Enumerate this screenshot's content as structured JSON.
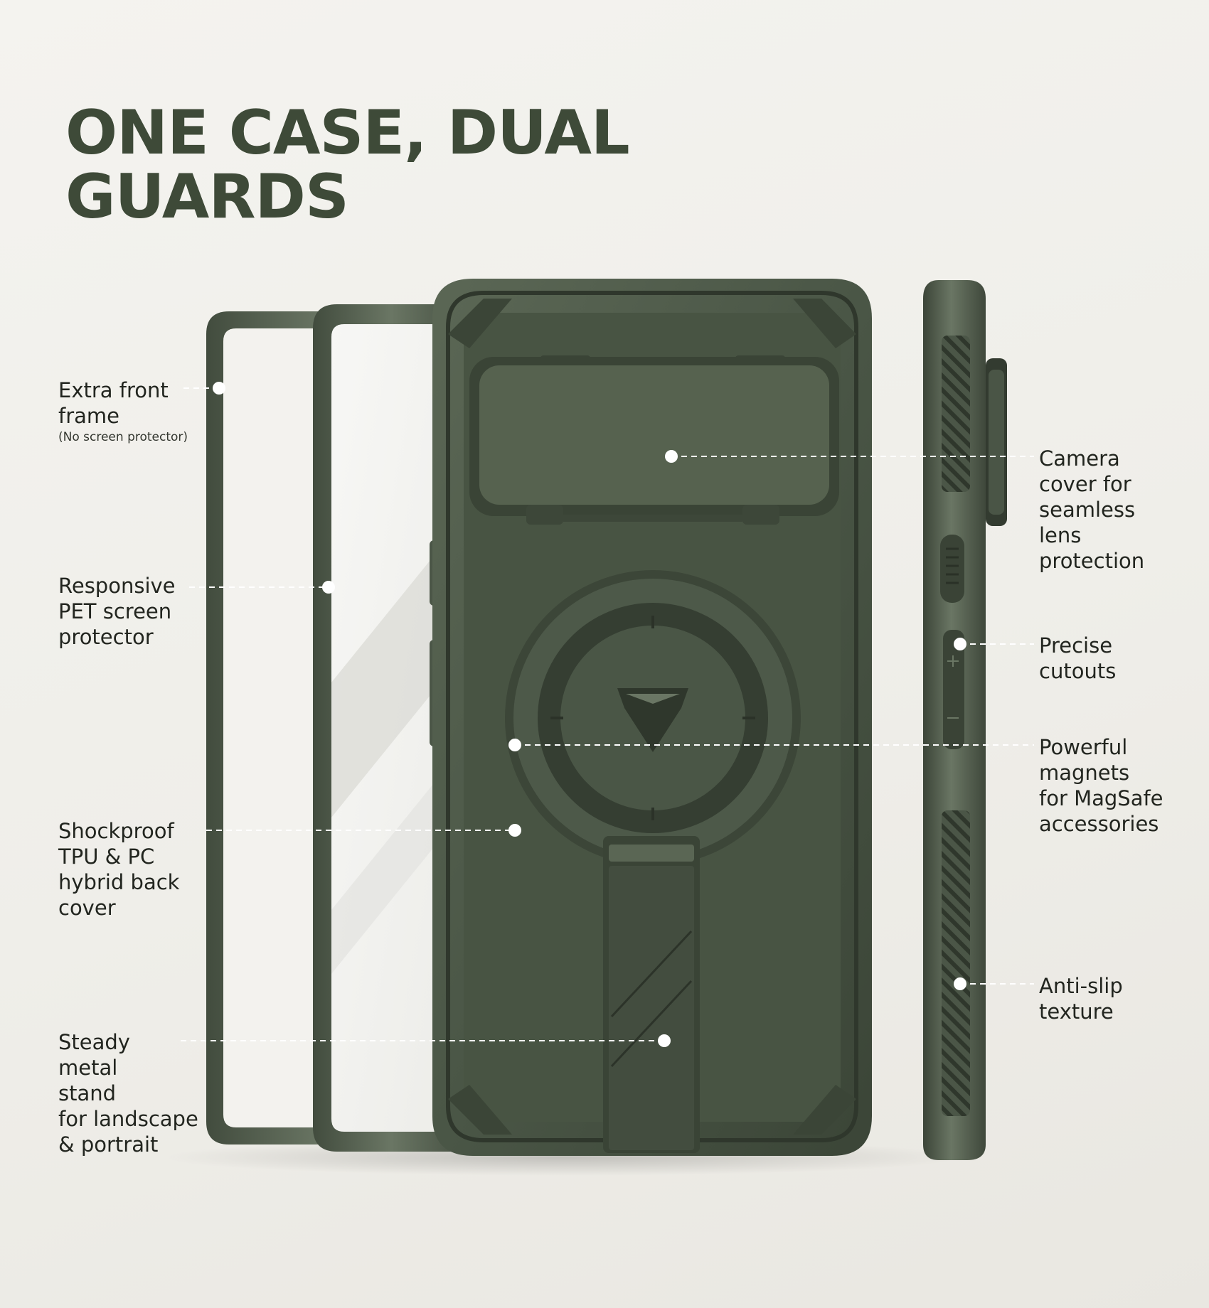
{
  "headline": {
    "line1": "ONE CASE, DUAL",
    "line2": "GUARDS"
  },
  "callouts": {
    "front_frame": {
      "line1": "Extra front",
      "line2": "frame",
      "note": "(No screen protector)"
    },
    "pet_screen": {
      "line1": "Responsive",
      "line2": "PET screen",
      "line3": "protector"
    },
    "shockproof": {
      "line1": "Shockproof",
      "line2": "TPU & PC",
      "line3": "hybrid back",
      "line4": "cover"
    },
    "stand": {
      "line1": "Steady",
      "line2": "metal",
      "line3": "stand",
      "line4": "for landscape",
      "line5": "& portrait"
    },
    "camera_cover": {
      "line1": "Camera",
      "line2": "cover for",
      "line3": "seamless",
      "line4": "lens",
      "line5": "protection"
    },
    "cutouts": {
      "line1": "Precise",
      "line2": "cutouts"
    },
    "magnets": {
      "line1": "Powerful",
      "line2": "magnets",
      "line3": "for MagSafe",
      "line4": "accessories"
    },
    "anti_slip": {
      "line1": "Anti-slip",
      "line2": "texture"
    }
  },
  "colors": {
    "headline": "#3e4a38",
    "case_green": "#4a5646",
    "case_dark": "#343d31",
    "case_light": "#606c5a"
  }
}
